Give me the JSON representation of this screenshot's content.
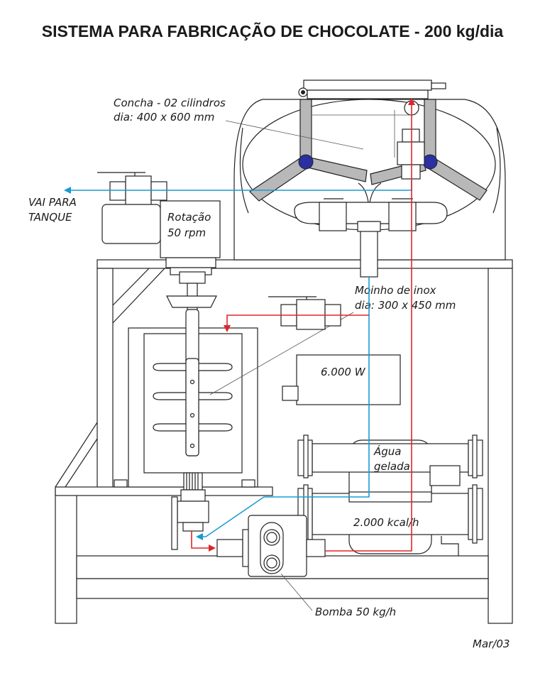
{
  "title": "SISTEMA PARA FABRICAÇÃO DE CHOCOLATE - 200 kg/dia",
  "labels": {
    "concha_line1": "Concha - 02 cilindros",
    "concha_line2": "dia: 400 x 600 mm",
    "vai_line1": "VAI PARA",
    "vai_line2": "TANQUE",
    "rotacao_line1": "Rotação",
    "rotacao_line2": "50 rpm",
    "moinho_line1": "Moinho de inox",
    "moinho_line2": "dia: 300 x 450 mm",
    "heater": "6.000 W",
    "agua_line1": "Água",
    "agua_line2": "gelada",
    "chiller": "2.000 kcal/h",
    "bomba": "Bomba 50 kg/h",
    "date": "Mar/03"
  },
  "colors": {
    "hot_line": "#e0252b",
    "cold_line": "#1a9ad6",
    "roller": "#2b2fa0",
    "arm": "#b8b8b8"
  }
}
